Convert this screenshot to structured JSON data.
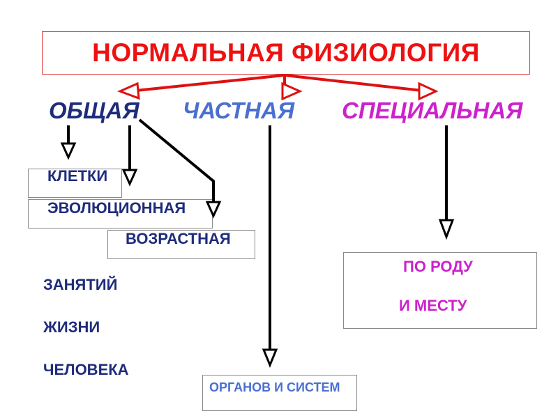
{
  "title": "НОРМАЛЬНАЯ ФИЗИОЛОГИЯ",
  "branches": {
    "general": "ОБЩАЯ",
    "particular": "ЧАСТНАЯ",
    "special": "СПЕЦИАЛЬНАЯ"
  },
  "general_items": {
    "cells": "КЛЕТКИ",
    "evolutionary": "ЭВОЛЮЦИОННАЯ",
    "age": "ВОЗРАСТНАЯ",
    "occupations": "ЗАНЯТИЙ",
    "life": "ЖИЗНИ",
    "human": "ЧЕЛОВЕКА"
  },
  "particular_items": {
    "organs": "ОРГАНОВ И СИСТЕМ"
  },
  "special_items": {
    "kind": "ПО РОДУ",
    "place": "И  МЕСТУ"
  },
  "colors": {
    "title": "#ee1111",
    "general": "#1f2c7c",
    "particular": "#4a6fd0",
    "special": "#cc22cc",
    "top_arrows": "#dd1111",
    "arrows": "#000000"
  }
}
